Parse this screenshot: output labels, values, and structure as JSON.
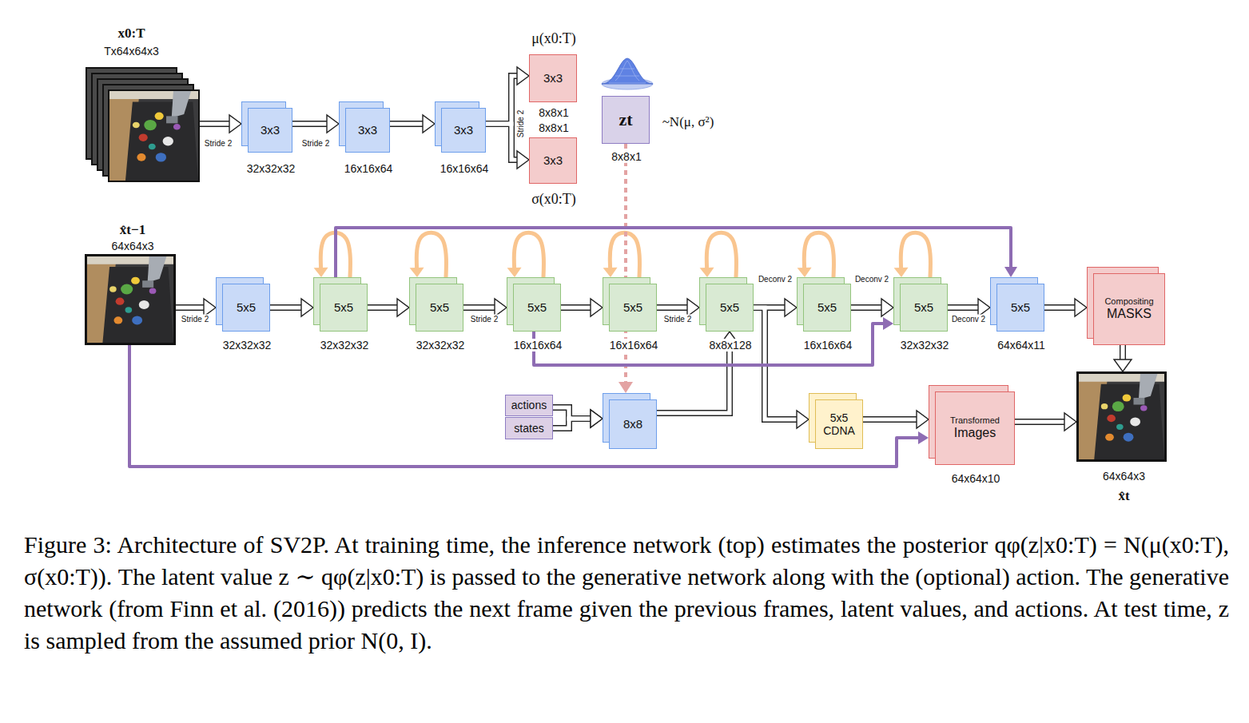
{
  "diagram": {
    "caption": "Figure 3: Architecture of SV2P. At training time, the inference network (top) estimates the posterior qφ(z|x0:T) = N(μ(x0:T), σ(x0:T)). The latent value z ∼ qφ(z|x0:T) is passed to the generative network along with the (optional) action. The generative network (from Finn et al. (2016)) predicts the next frame given the previous frames, latent values, and actions. At test time, z is sampled from the assumed prior N(0, I).",
    "nodes": [
      {
        "text": [
          "x0:T",
          "Tx64x64x3"
        ]
      },
      {
        "text": [
          "3x3",
          "32x32x32"
        ]
      },
      {
        "text": [
          "3x3",
          "16x16x64"
        ]
      },
      {
        "text": [
          "3x3",
          "16x16x64"
        ]
      },
      {
        "text": [
          "μ(x0:T)",
          "3x3",
          "8x8x1"
        ]
      },
      {
        "text": [
          "8x8x1",
          "3x3",
          "σ(x0:T)"
        ]
      },
      {
        "text": [
          "zt",
          "8x8x1"
        ]
      },
      {
        "text": [
          "x̂t−1",
          "64x64x3"
        ]
      },
      {
        "text": [
          "5x5",
          "32x32x32"
        ]
      },
      {
        "text": [
          "5x5",
          "32x32x32"
        ]
      },
      {
        "text": [
          "5x5",
          "32x32x32"
        ]
      },
      {
        "text": [
          "5x5",
          "16x16x64"
        ]
      },
      {
        "text": [
          "5x5",
          "16x16x64"
        ]
      },
      {
        "text": [
          "5x5",
          "8x8x128"
        ]
      },
      {
        "text": [
          "5x5",
          "16x16x64"
        ]
      },
      {
        "text": [
          "5x5",
          "32x32x32"
        ]
      },
      {
        "text": [
          "5x5",
          "64x64x11"
        ]
      },
      {
        "text": [
          "Compositing",
          "MASKS"
        ]
      },
      {
        "text": [
          "actions"
        ]
      },
      {
        "text": [
          "states"
        ]
      },
      {
        "text": [
          "8x8"
        ]
      },
      {
        "text": [
          "5x5 CDNA"
        ]
      },
      {
        "text": [
          "Transformed",
          "Images",
          "64x64x10"
        ]
      },
      {
        "text": [
          "64x64x3",
          "x̂t"
        ]
      }
    ],
    "edges": [
      {
        "from": 0,
        "to": 1,
        "label": "Stride 2",
        "arrow": "to"
      },
      {
        "from": 1,
        "to": 2,
        "label": "Stride 2",
        "arrow": "to"
      },
      {
        "from": 2,
        "to": 3,
        "arrow": "to"
      },
      {
        "from": 3,
        "to": 4,
        "label": "Stride 2",
        "arrow": "to"
      },
      {
        "from": 3,
        "to": 5,
        "arrow": "to"
      },
      {
        "from": 6,
        "to": 20,
        "arrow": "to"
      },
      {
        "from": 7,
        "to": 8,
        "label": "Stride 2",
        "arrow": "to"
      },
      {
        "from": 8,
        "to": 9,
        "arrow": "to"
      },
      {
        "from": 9,
        "to": 10,
        "arrow": "to"
      },
      {
        "from": 10,
        "to": 11,
        "label": "Stride 2",
        "arrow": "to"
      },
      {
        "from": 11,
        "to": 12,
        "arrow": "to"
      },
      {
        "from": 12,
        "to": 13,
        "label": "Stride 2",
        "arrow": "to"
      },
      {
        "from": 13,
        "to": 14,
        "label": "Deconv 2",
        "arrow": "to"
      },
      {
        "from": 14,
        "to": 15,
        "label": "Deconv 2",
        "arrow": "to"
      },
      {
        "from": 15,
        "to": 16,
        "label": "Deconv 2",
        "arrow": "to"
      },
      {
        "from": 16,
        "to": 17,
        "arrow": "to"
      },
      {
        "from": 17,
        "to": 23,
        "arrow": "to"
      },
      {
        "from": 18,
        "to": 20,
        "arrow": "to"
      },
      {
        "from": 19,
        "to": 20,
        "arrow": "to"
      },
      {
        "from": 20,
        "to": 13,
        "arrow": "to"
      },
      {
        "from": 9,
        "to": 16,
        "arrow": "to"
      },
      {
        "from": 11,
        "to": 15,
        "arrow": "to"
      },
      {
        "from": 13,
        "to": 21,
        "arrow": "to"
      },
      {
        "from": 21,
        "to": 22,
        "arrow": "to"
      },
      {
        "from": 7,
        "to": 22,
        "arrow": "to"
      },
      {
        "from": 22,
        "to": 23,
        "arrow": "to"
      },
      {
        "from": 9,
        "to": 9,
        "arrow": "to"
      },
      {
        "from": 10,
        "to": 10,
        "arrow": "to"
      },
      {
        "from": 11,
        "to": 11,
        "arrow": "to"
      },
      {
        "from": 12,
        "to": 12,
        "arrow": "to"
      },
      {
        "from": 13,
        "to": 13,
        "arrow": "to"
      },
      {
        "from": 14,
        "to": 14,
        "arrow": "to"
      },
      {
        "from": 15,
        "to": 15,
        "arrow": "to"
      }
    ],
    "labels": [
      "~N(μ, σ²)"
    ]
  }
}
